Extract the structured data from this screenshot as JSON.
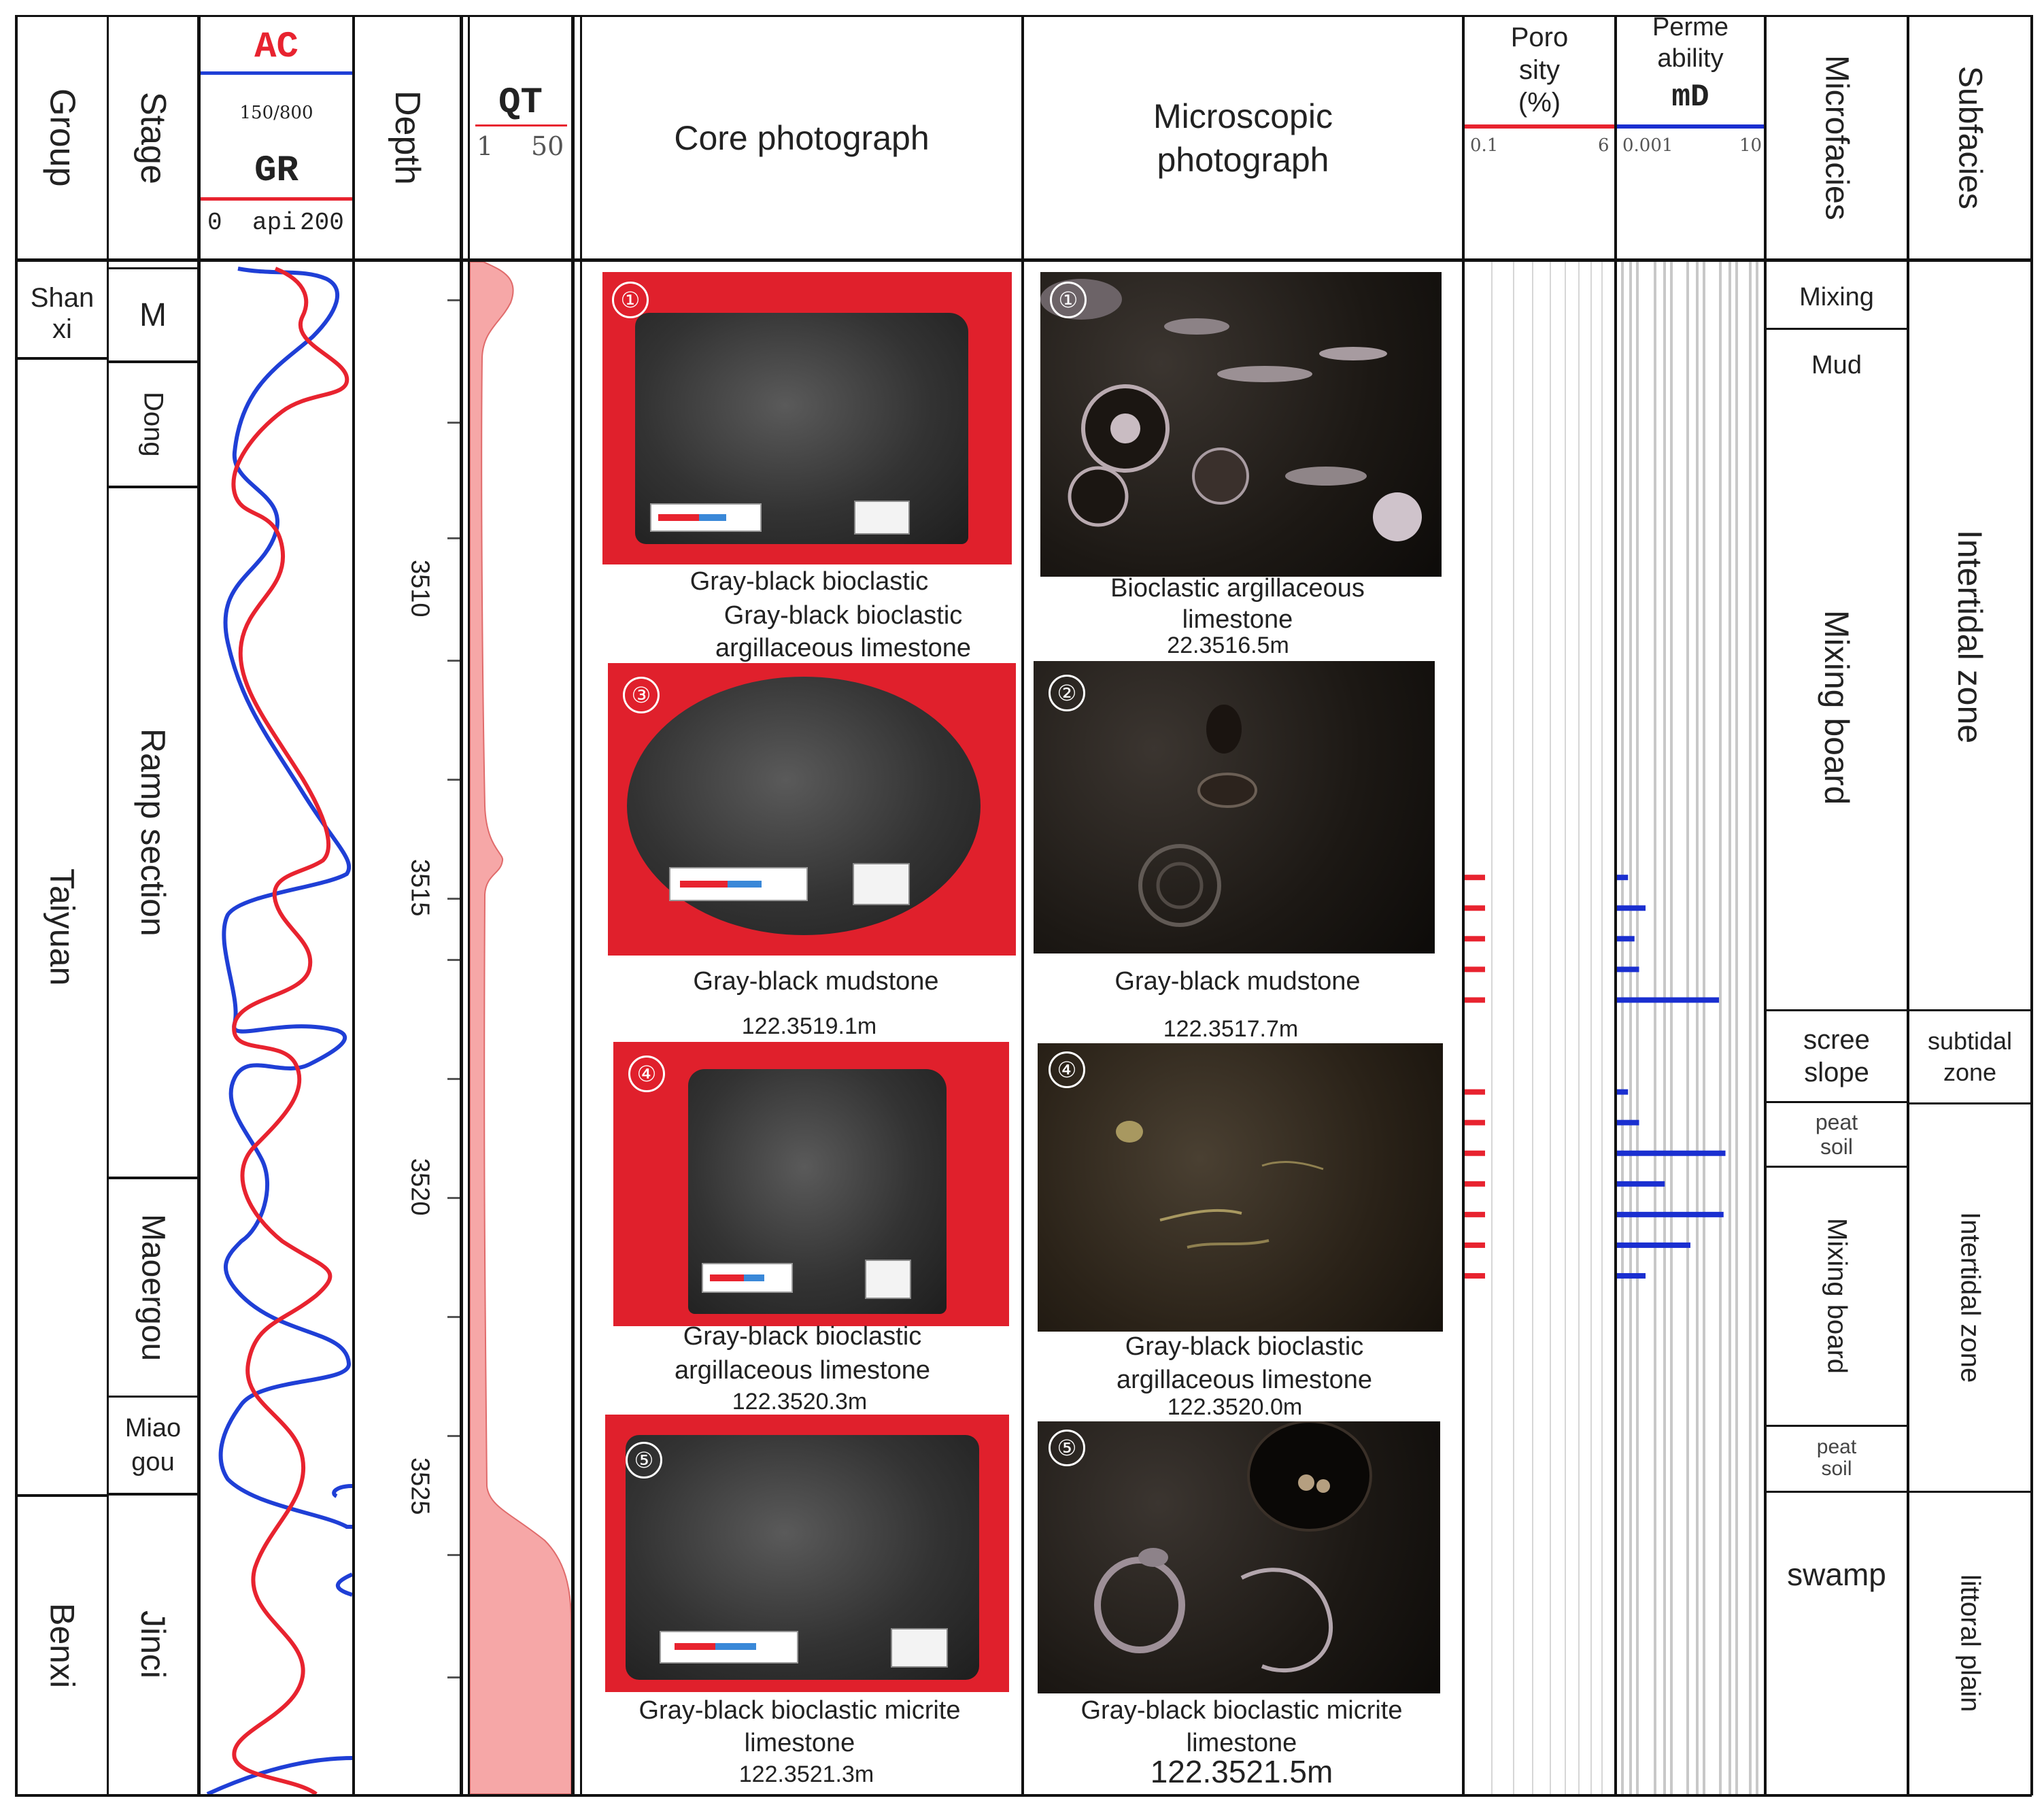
{
  "header": {
    "group": "Group",
    "stage": "Stage",
    "ac": "AC",
    "ac_scale": "150/800",
    "gr": "GR",
    "gr_min": "0",
    "gr_unit": "api",
    "gr_max": "200",
    "depth": "Depth",
    "qt": "QT",
    "qt_min": "1",
    "qt_max": "50",
    "core": "Core photograph",
    "micro_line1": "Microscopic",
    "micro_line2": "photograph",
    "poro_line1": "Poro",
    "poro_line2": "sity",
    "poro_line3": "(%)",
    "poro_min": "0.1",
    "poro_max": "6",
    "perm_line1": "Perme",
    "perm_line2": "ability",
    "perm_unit": "mD",
    "perm_min": "0.001",
    "perm_max": "10",
    "microfacies": "Microfacies",
    "subfacies": "Subfacies"
  },
  "groups": [
    "Shan xi",
    "Taiyuan",
    "Benxi"
  ],
  "stages": [
    "M",
    "Dong",
    "Ramp section",
    "Maoergou",
    "Miao gou",
    "Jinci"
  ],
  "depth_ticks": [
    "3510",
    "3515",
    "3520",
    "3525"
  ],
  "core_photos": [
    {
      "num": "①",
      "caption1": "Gray-black bioclastic",
      "caption2": "Gray-black bioclastic",
      "caption3": "argillaceous limestone"
    },
    {
      "num": "③",
      "caption1": "Gray-black mudstone",
      "caption2": "122.3519.1m"
    },
    {
      "num": "④",
      "caption1": "Gray-black bioclastic",
      "caption2": "argillaceous limestone",
      "caption3": "122.3520.3m"
    },
    {
      "num": "⑤",
      "caption1": "Gray-black bioclastic micrite",
      "caption2": "limestone",
      "caption3": "122.3521.3m"
    }
  ],
  "micro_photos": [
    {
      "num": "①",
      "caption1": "Bioclastic argillaceous",
      "caption2": "limestone",
      "caption3": "22.3516.5m"
    },
    {
      "num": "②",
      "caption1": "Gray-black mudstone",
      "caption2": "122.3517.7m"
    },
    {
      "num": "④",
      "caption1": "Gray-black bioclastic",
      "caption2": "argillaceous limestone",
      "caption3": "122.3520.0m"
    },
    {
      "num": "⑤",
      "caption1": "Gray-black bioclastic micrite",
      "caption2": "limestone",
      "caption3": "122.3521.5m"
    }
  ],
  "microfacies": {
    "mixing": "Mixing",
    "mud": "Mud",
    "mixing_board_1": "Mixing board",
    "scree_slope_1": "scree",
    "scree_slope_2": "slope",
    "peat_soil_1a": "peat",
    "peat_soil_1b": "soil",
    "mixing_board_2": "Mixing board",
    "peat_soil_2a": "peat",
    "peat_soil_2b": "soil",
    "swamp": "swamp"
  },
  "subfacies": {
    "intertidal_1": "Intertidal zone",
    "subtidal_1": "subtidal",
    "subtidal_2": "zone",
    "intertidal_2": "Intertidal zone",
    "littoral": "littoral plain"
  },
  "colors": {
    "ac": "#1f3fd6",
    "gr": "#e8232f",
    "qt_fill": "#f6a7a7",
    "porosity": "#e8232f",
    "permeability": "#1a2fd0",
    "core_bg": "#e0202c"
  },
  "chart_data": {
    "type": "line",
    "depth_range": [
      3505,
      3530
    ],
    "porosity_bar_depths": [
      3515.0,
      3515.5,
      3516.0,
      3516.5,
      3517.0,
      3518.5,
      3519.0,
      3519.5,
      3520.0,
      3520.5,
      3521.0,
      3521.5
    ],
    "permeability_bar_depths": [
      3515.0,
      3515.5,
      3516.0,
      3516.5,
      3517.0,
      3518.5,
      3519.0,
      3519.5,
      3520.0,
      3520.5,
      3521.0,
      3521.5
    ],
    "permeability_bar_values": [
      0.002,
      0.006,
      0.003,
      0.004,
      0.6,
      0.002,
      0.004,
      0.9,
      0.02,
      0.8,
      0.1,
      0.006
    ]
  }
}
